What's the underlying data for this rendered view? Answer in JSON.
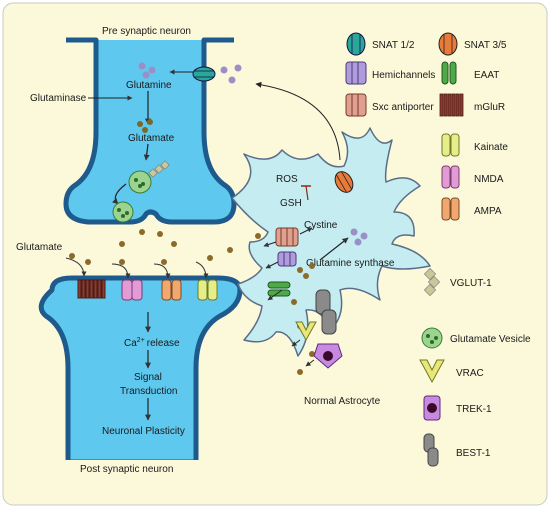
{
  "labels": {
    "pre_neuron": "Pre synaptic neuron",
    "post_neuron": "Post synaptic neuron",
    "glutaminase": "Glutaminase",
    "glutamine": "Glutamine",
    "glutamate_pre": "Glutamate",
    "glutamate_cleft": "Glutamate",
    "ros": "ROS",
    "gsh": "GSH",
    "cystine": "Cystine",
    "glutamine_synthase": "Glutamine synthase",
    "normal_astrocyte": "Normal Astrocyte",
    "ca_release_pre": "Ca",
    "ca_sup": "2+",
    "ca_release_post": "release",
    "signal": "Signal",
    "transduction": "Transduction",
    "plasticity": "Neuronal Plasticity"
  },
  "legend": {
    "snat12": "SNAT 1/2",
    "snat35": "SNAT 3/5",
    "hemichannels": "Hemichannels",
    "eaat": "EAAT",
    "sxc": "Sxc antiporter",
    "mglur": "mGluR",
    "kainate": "Kainate",
    "nmda": "NMDA",
    "ampa": "AMPA",
    "vglut1": "VGLUT-1",
    "vesicle": "Glutamate Vesicle",
    "vrac": "VRAC",
    "trek1": "TREK-1",
    "best1": "BEST-1"
  },
  "colors": {
    "background": "#FBF9DA",
    "neuron_fill": "#5FC8EE",
    "neuron_stroke": "#1F5A8C",
    "astrocyte_fill": "#C4ECF1",
    "astrocyte_stroke": "#5B6E86",
    "glutamate_dot": "#8B6A2A",
    "glutamine_dot": "#9B8FC8",
    "vesicle": "#9AD48E"
  }
}
